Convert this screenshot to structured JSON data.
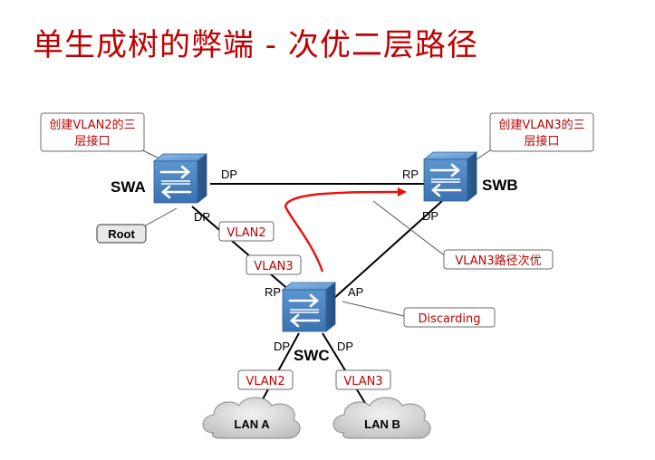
{
  "title": "单生成树的弊端 - 次优二层路径",
  "switches": {
    "swa": "SWA",
    "swb": "SWB",
    "swc": "SWC"
  },
  "port_roles": {
    "swa_right": "DP",
    "swa_bottom": "DP",
    "swb_left": "RP",
    "swb_bottom": "DP",
    "swc_left": "RP",
    "swc_right": "AP",
    "swc_bottom_left": "DP",
    "swc_bottom_right": "DP"
  },
  "callouts": {
    "swa_vlan2_line1": "创建VLAN2的三",
    "swa_vlan2_line2": "层接口",
    "swb_vlan3_line1": "创建VLAN3的三",
    "swb_vlan3_line2": "层接口",
    "root": "Root",
    "suboptimal": "VLAN3路径次优",
    "discarding": "Discarding"
  },
  "vlan_tags": {
    "swa_swc_vlan2": "VLAN2",
    "swa_swc_vlan3": "VLAN3",
    "lana_vlan": "VLAN2",
    "lanb_vlan": "VLAN3"
  },
  "lans": {
    "lan_a": "LAN A",
    "lan_b": "LAN B"
  },
  "colors": {
    "title": "#c00000",
    "switch_body": "#4a86c5",
    "switch_edge": "#2b5d93",
    "path_arrow": "#e81010",
    "callout_text_red": "#c00000",
    "cloud": "#d8d8d8"
  }
}
